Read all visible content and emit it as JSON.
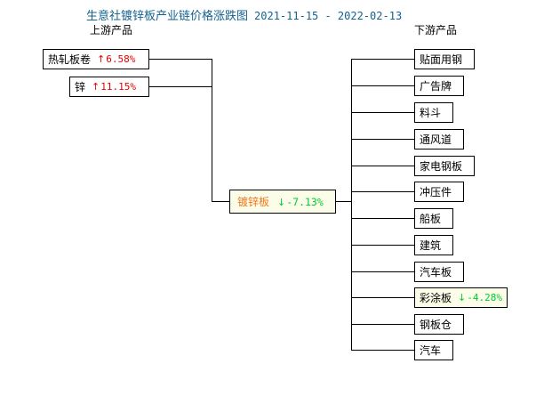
{
  "title": {
    "main": "生意社镀锌板产业链价格涨跌图",
    "dates": "2021-11-15 - 2022-02-13",
    "color": "#15628f"
  },
  "headers": {
    "upstream": "上游产品",
    "downstream": "下游产品"
  },
  "colors": {
    "up": "#e60000",
    "down": "#00cc33",
    "center_label": "#f07820",
    "line": "#000000",
    "node_bg": "#ffffff",
    "highlight_bg": "#fbfde8"
  },
  "icons": {
    "up_arrow": "↑",
    "down_arrow": "↓"
  },
  "upstream": [
    {
      "label": "热轧板卷",
      "arrow": "↑",
      "pct": "6.58%",
      "dir": "up"
    },
    {
      "label": "锌",
      "arrow": "↑",
      "pct": "11.15%",
      "dir": "up"
    }
  ],
  "center": {
    "label": "镀锌板",
    "arrow": "↓",
    "pct": "-7.13%",
    "dir": "down"
  },
  "downstream": [
    {
      "label": "贴面用钢",
      "arrow": "",
      "pct": "",
      "dir": ""
    },
    {
      "label": "广告牌",
      "arrow": "",
      "pct": "",
      "dir": ""
    },
    {
      "label": "料斗",
      "arrow": "",
      "pct": "",
      "dir": ""
    },
    {
      "label": "通风道",
      "arrow": "",
      "pct": "",
      "dir": ""
    },
    {
      "label": "家电钢板",
      "arrow": "",
      "pct": "",
      "dir": ""
    },
    {
      "label": "冲压件",
      "arrow": "",
      "pct": "",
      "dir": ""
    },
    {
      "label": "船板",
      "arrow": "",
      "pct": "",
      "dir": ""
    },
    {
      "label": "建筑",
      "arrow": "",
      "pct": "",
      "dir": ""
    },
    {
      "label": "汽车板",
      "arrow": "",
      "pct": "",
      "dir": ""
    },
    {
      "label": "彩涂板",
      "arrow": "↓",
      "pct": "-4.28%",
      "dir": "down"
    },
    {
      "label": "钢板仓",
      "arrow": "",
      "pct": "",
      "dir": ""
    },
    {
      "label": "汽车",
      "arrow": "",
      "pct": "",
      "dir": ""
    }
  ]
}
